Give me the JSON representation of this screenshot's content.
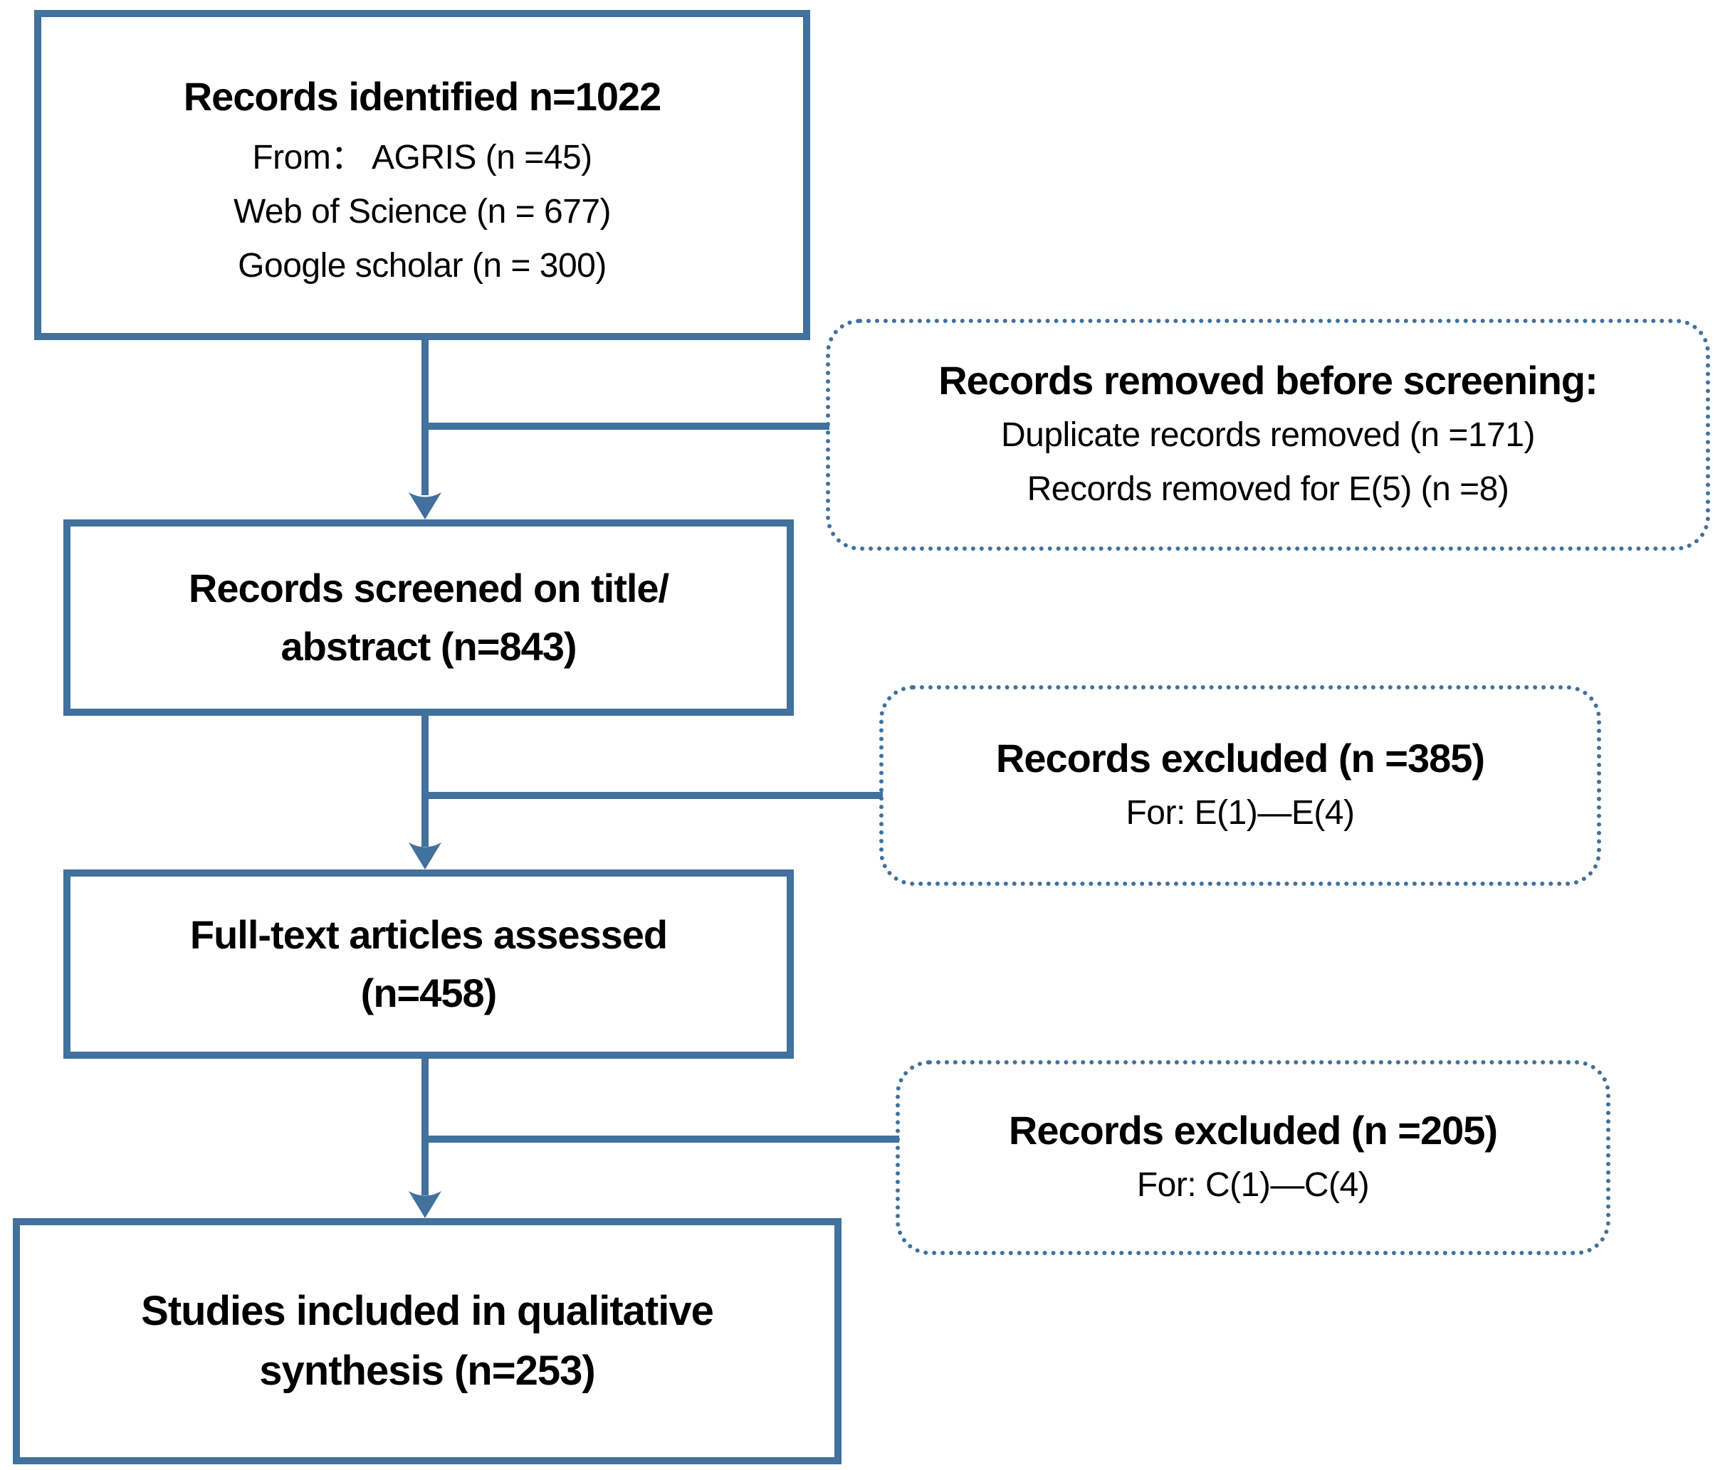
{
  "meta": {
    "accent_color": "#41719C",
    "background_color": "#FFFFFF",
    "text_color": "#000000",
    "diagram_type": "PRISMA-style literature screening flow chart"
  },
  "flow": {
    "identified": {
      "title": "Records identified n=1022",
      "lines": [
        "From：  AGRIS  (n =45)",
        "Web of Science  (n = 677)",
        "Google scholar  (n = 300)"
      ]
    },
    "removed": {
      "title": "Records removed before screening:",
      "lines": [
        "Duplicate records removed  (n =171)",
        "Records removed for E(5) (n =8)"
      ]
    },
    "screened": {
      "lines": [
        "Records screened on title/",
        "abstract (n=843)"
      ]
    },
    "excluded_screening": {
      "title": "Records excluded (n =385)",
      "lines": [
        "For: E(1)—E(4)"
      ]
    },
    "fulltext": {
      "lines": [
        "Full-text articles assessed",
        "(n=458)"
      ]
    },
    "excluded_fulltext": {
      "title": "Records excluded (n =205)",
      "lines": [
        "For: C(1)—C(4)"
      ]
    },
    "included": {
      "lines": [
        "Studies included in qualitative",
        "synthesis (n=253)"
      ]
    }
  }
}
